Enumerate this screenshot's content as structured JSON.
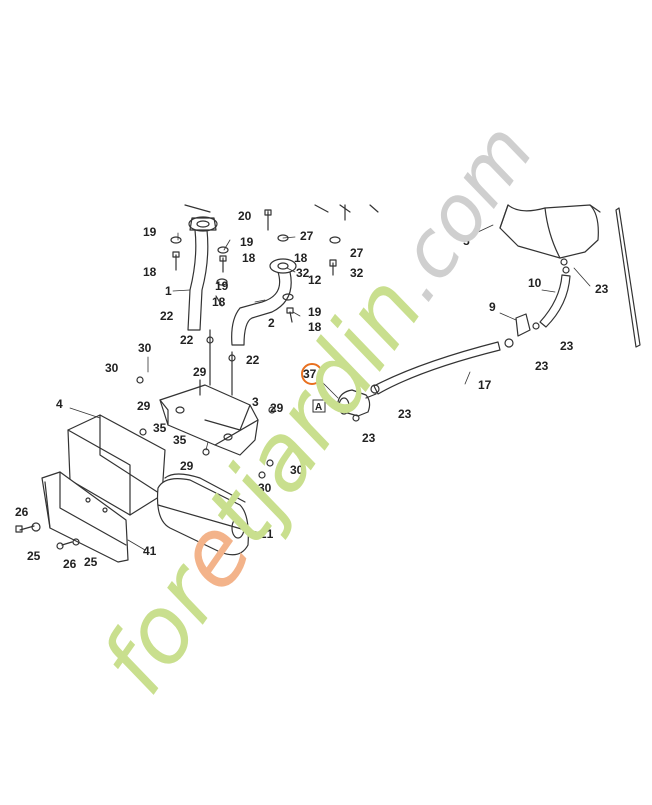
{
  "watermark": {
    "text": "foretjardin.com",
    "color_main": "#c9df8e",
    "color_accent": "#f3b38a",
    "color_dark": "#cfcfcf"
  },
  "highlight": {
    "color": "#e8701f"
  },
  "callouts": [
    "1",
    "2",
    "3",
    "4",
    "5",
    "9",
    "10",
    "12",
    "17",
    "18",
    "19",
    "20",
    "21",
    "22",
    "23",
    "25",
    "26",
    "27",
    "29",
    "30",
    "32",
    "35",
    "37",
    "41",
    "A"
  ]
}
